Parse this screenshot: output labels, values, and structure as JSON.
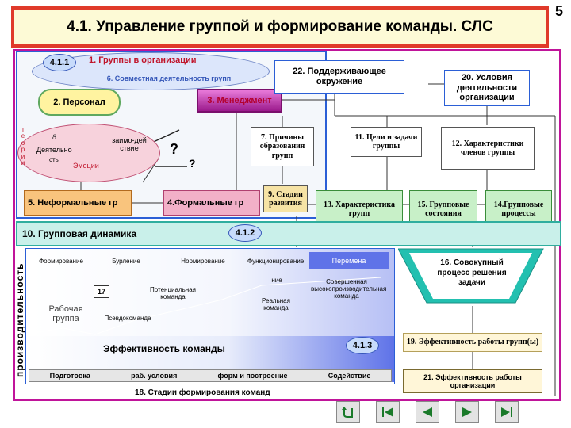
{
  "title": "4.1. Управление группой и формирование команды. СЛС",
  "page_number": "5",
  "ids": {
    "a": "4.1.1",
    "b": "4.1.2",
    "c": "4.1.3"
  },
  "top": {
    "groups_in_org": "1. Группы в организации",
    "joint_activity": "6. Совместная деятельность групп",
    "personnel": "2. Персонал",
    "management": "3. Менеджмент",
    "supporting_env": "22. Поддерживающее окружение",
    "conditions": "20. Условия деятельности организации",
    "causes": "7. Причины образования групп",
    "goals": "11. Цели и задачи группы",
    "member_traits": "12. Характеристики членов группы",
    "development_stages": "9. Стадии развития",
    "group_traits": "13. Характеристика групп",
    "group_states": "15. Групповые состояния",
    "group_processes": "14.Групповые процессы",
    "informal": "5. Неформальные гр",
    "formal": "4.Формальные гр",
    "theories_letters": [
      "т",
      "е",
      "о",
      "р",
      "и",
      "и"
    ],
    "ellipse_8": "8.",
    "ellipse_activity": "Деятельно",
    "ellipse_interact": "заимо-дей ствие",
    "ellipse_st": "сть",
    "emotions": "Эмоции",
    "q1": "?",
    "q2": "?"
  },
  "band": {
    "label": "10.  Групповая динамика"
  },
  "lower": {
    "vertical_label": "производительность",
    "stages": [
      "Формирование",
      "Бурление",
      "Нормирование",
      "Функционирование",
      "Перемена"
    ],
    "stage_17": "17",
    "working_group": "Рабочая группа",
    "pseudo_team": "Псевдокоманда",
    "potential_team": "Потенциальная команда",
    "nie": "ние",
    "real_team": "Реальная команда",
    "perfect_team": "Совершенная высокопроизводительная команда",
    "team_efficiency": "Эффективность команды",
    "bottom_steps": [
      "Подготовка",
      "раб. условия",
      "форм и построение",
      "Содействие"
    ],
    "caption": "18. Стадии формирования команд"
  },
  "right_lower": {
    "joint_process": "16. Совокупный процесс решения задачи",
    "group_effectiveness": "19. Эффективность работы групп(ы)",
    "org_effectiveness": "21. Эффективность работы организации"
  },
  "nav_buttons": [
    "return-icon",
    "first-icon",
    "prev-icon",
    "next-icon",
    "last-icon"
  ],
  "colors": {
    "border_red": "#e03a2a",
    "magenta": "#c0149a",
    "blue": "#2b5fd6",
    "teal": "#2fae9f"
  }
}
